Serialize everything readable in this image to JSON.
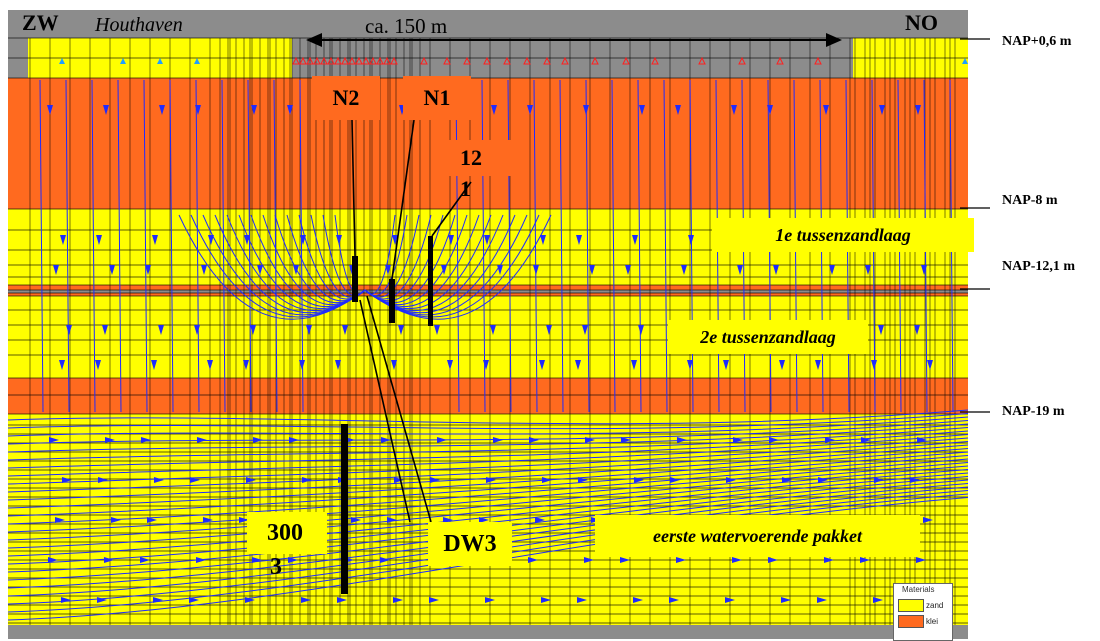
{
  "header": {
    "left_code": "ZW",
    "left_place": "Houthaven",
    "distance": "ca. 150 m",
    "right_code": "NO"
  },
  "levels": [
    {
      "label": "NAP+0,6 m"
    },
    {
      "label": "NAP-8 m"
    },
    {
      "label": "NAP-12,1 m"
    },
    {
      "label": "NAP-19 m"
    }
  ],
  "layers": {
    "first_sand": "1e tussenzandlaag",
    "second_sand": "2e tussenzandlaag",
    "aquifer": "eerste watervoerende pakket"
  },
  "wells": {
    "n2": "N2",
    "n1": "N1",
    "w12_line1": "12",
    "w12_line2": "1",
    "w300_line1": "300",
    "w300_line2": "3",
    "dw3": "DW3"
  },
  "legend": {
    "title": "Materials",
    "items": [
      {
        "label": "zand",
        "color": "#ffff00"
      },
      {
        "label": "klei",
        "color": "#ff6a1f"
      }
    ]
  },
  "colors": {
    "sand": "#ffff00",
    "clay": "#ff6a1f",
    "ground": "#8c8c8c",
    "flowline": "#1e2bff",
    "grid": "#000000"
  }
}
